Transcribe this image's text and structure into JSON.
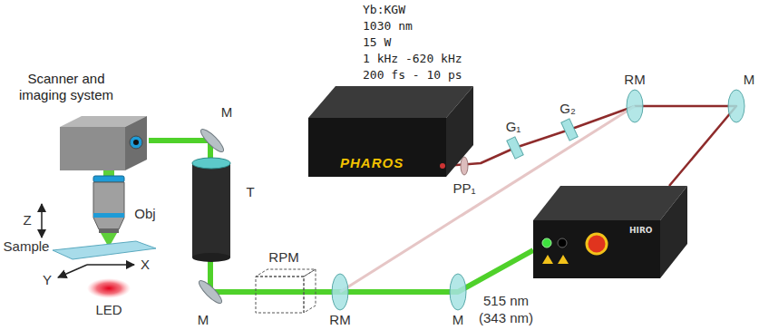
{
  "diagram": {
    "nodes": [
      {
        "text": [
          "Yb:KGW",
          "1030 nm",
          "15 W",
          "1 kHz -620 kHz",
          "200 fs - 10 ps",
          "PHAROS"
        ]
      },
      {
        "text": [
          "Scanner and imaging system"
        ]
      },
      {
        "text": [
          "HIRO"
        ]
      }
    ],
    "edges": [
      {
        "from": 0,
        "to": 2,
        "arrow": "none"
      },
      {
        "from": 2,
        "to": 1,
        "arrow": "none"
      }
    ],
    "labels": [
      "M",
      "RM",
      "M",
      "G₁",
      "G₂",
      "PP₁",
      "T",
      "Z",
      "Obj",
      "Sample",
      "X",
      "Y",
      "RPM",
      "LED",
      "RM",
      "M",
      "M",
      "515 nm",
      "(343 nm)"
    ]
  }
}
